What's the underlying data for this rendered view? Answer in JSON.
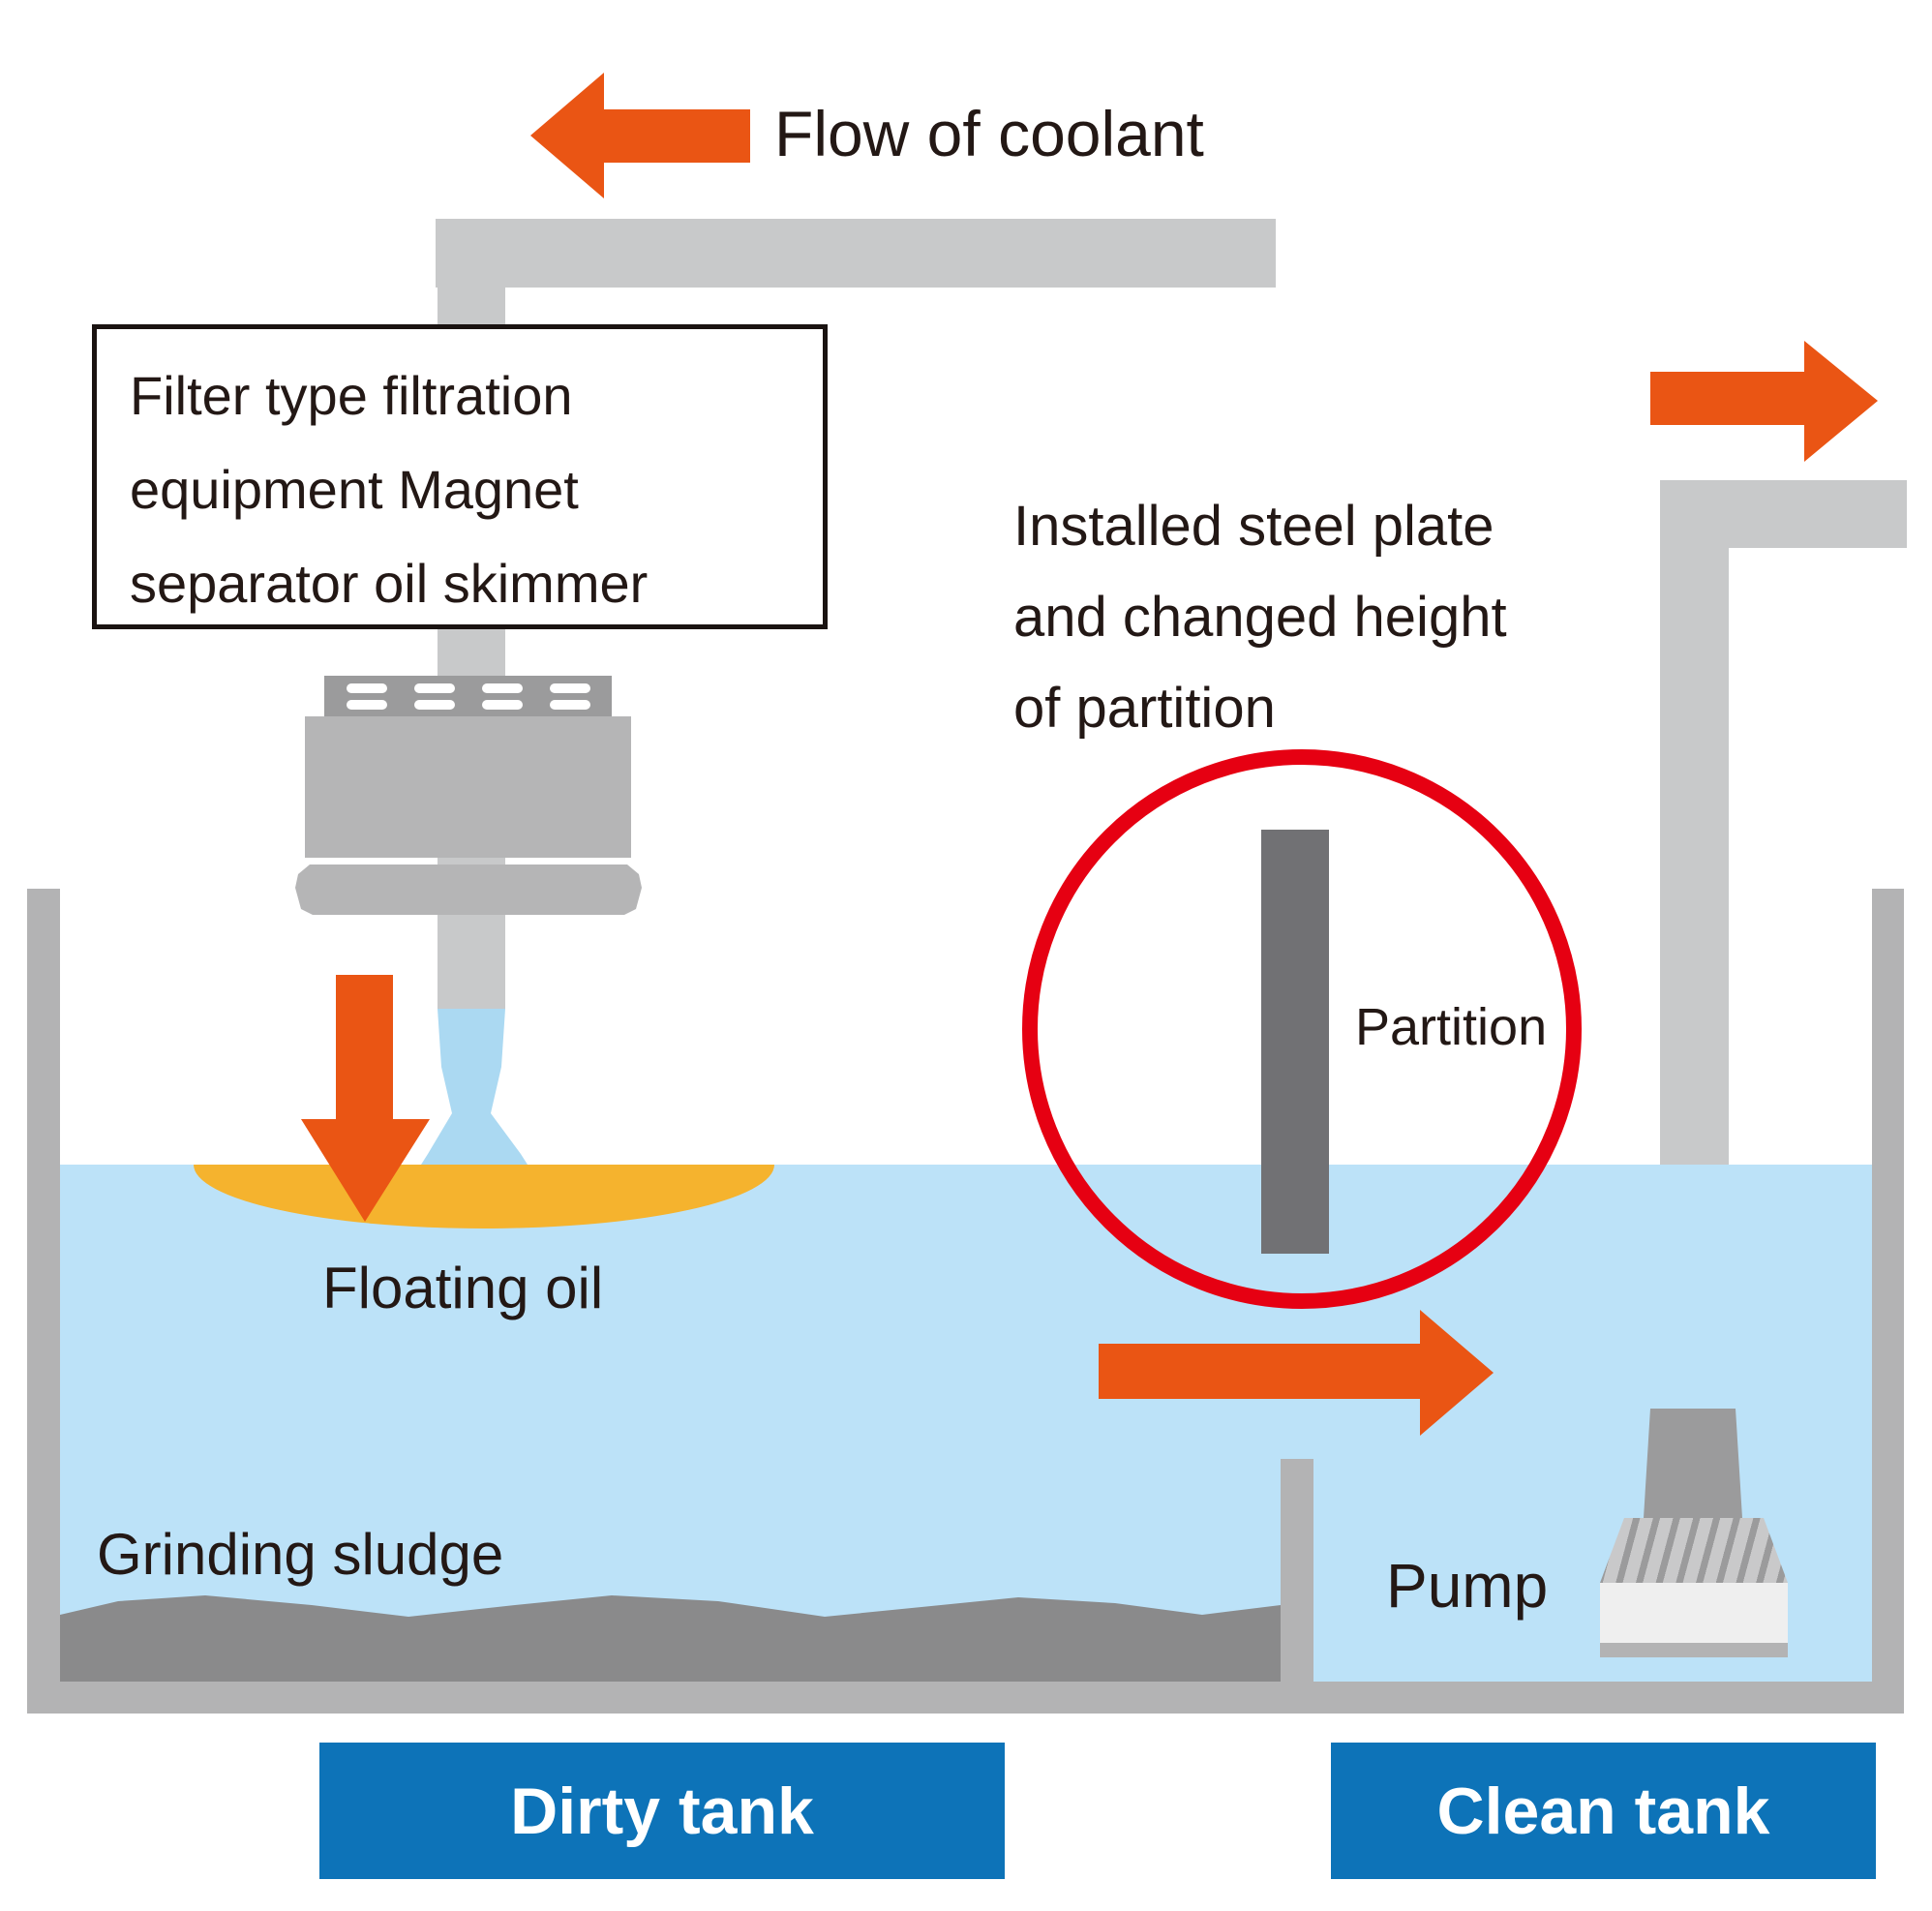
{
  "diagram": {
    "header": {
      "flow_label": "Flow of coolant"
    },
    "filter_box": {
      "lines": [
        "Filter type filtration",
        "equipment Magnet",
        "separator oil skimmer"
      ]
    },
    "partition_note": {
      "lines": [
        "Installed steel plate",
        "and changed height",
        "of partition"
      ]
    },
    "labels": {
      "floating_oil": "Floating oil",
      "grinding_sludge": "Grinding sludge",
      "pump": "Pump",
      "partition": "Partition"
    },
    "tanks": {
      "dirty": "Dirty tank",
      "clean": "Clean tank"
    },
    "colors": {
      "arrow_orange": "#ea5514",
      "highlight_red": "#e60012",
      "coolant_water": "#bce2f8",
      "spray_water": "#abd9f2",
      "oil_yellow": "#f5b32e",
      "pipe_gray": "#c8c9ca",
      "tank_wall_gray": "#b3b3b4",
      "filter_gray": "#b5b5b6",
      "filter_dark_gray": "#9b9b9c",
      "partition_gray": "#717174",
      "sludge_gray": "#8a8a8b",
      "tank_label_blue": "#0d73b8",
      "text_black": "#231815"
    }
  }
}
